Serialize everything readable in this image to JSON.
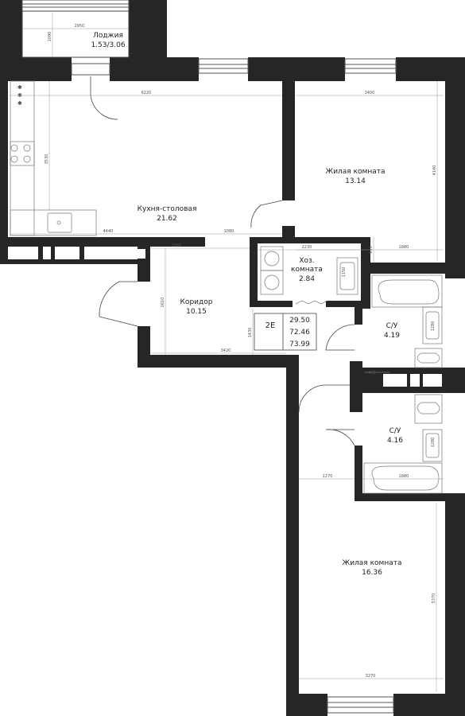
{
  "plan": {
    "rooms": [
      {
        "key": "loggia",
        "name": "Лоджия",
        "area": "1.53/3.06"
      },
      {
        "key": "kitchen",
        "name": "Кухня-столовая",
        "area": "21.62"
      },
      {
        "key": "corridor",
        "name": "Коридор",
        "area": "10.15"
      },
      {
        "key": "storage",
        "name": "Хоз.\nкомната",
        "name_line1": "Хоз.",
        "name_line2": "комната",
        "area": "2.84"
      },
      {
        "key": "living1",
        "name": "Жилая комната",
        "area": "13.14"
      },
      {
        "key": "bath1",
        "name": "С/У",
        "area": "4.19"
      },
      {
        "key": "bath2",
        "name": "С/У",
        "area": "4.16"
      },
      {
        "key": "living2",
        "name": "Жилая комната",
        "area": "16.36"
      }
    ],
    "summary": {
      "code": "2E",
      "values": [
        "29.50",
        "72.46",
        "73.99"
      ]
    },
    "dimensions": {
      "loggia_width": "2950",
      "loggia_depth": "1090",
      "kitchen_width": "6220",
      "kitchen_depth": "3530",
      "kitchen_lower": "4440",
      "kitchen_door": "1080",
      "living1_width": "3400",
      "living1_depth": "4140",
      "living1_lower": "1880",
      "corridor_top": "1260",
      "corridor_side": "2610",
      "corridor_bottom": "3420",
      "storage_width": "2230",
      "storage_depth": "1430",
      "storage_side": "610",
      "wash_width": "1150",
      "bath1_sink": "1280",
      "bath1_bottom": "460",
      "bath2_sink": "1280",
      "bath2_width": "1880",
      "bath2_left": "1270",
      "living2_width": "3270",
      "living2_depth": "5370"
    }
  }
}
